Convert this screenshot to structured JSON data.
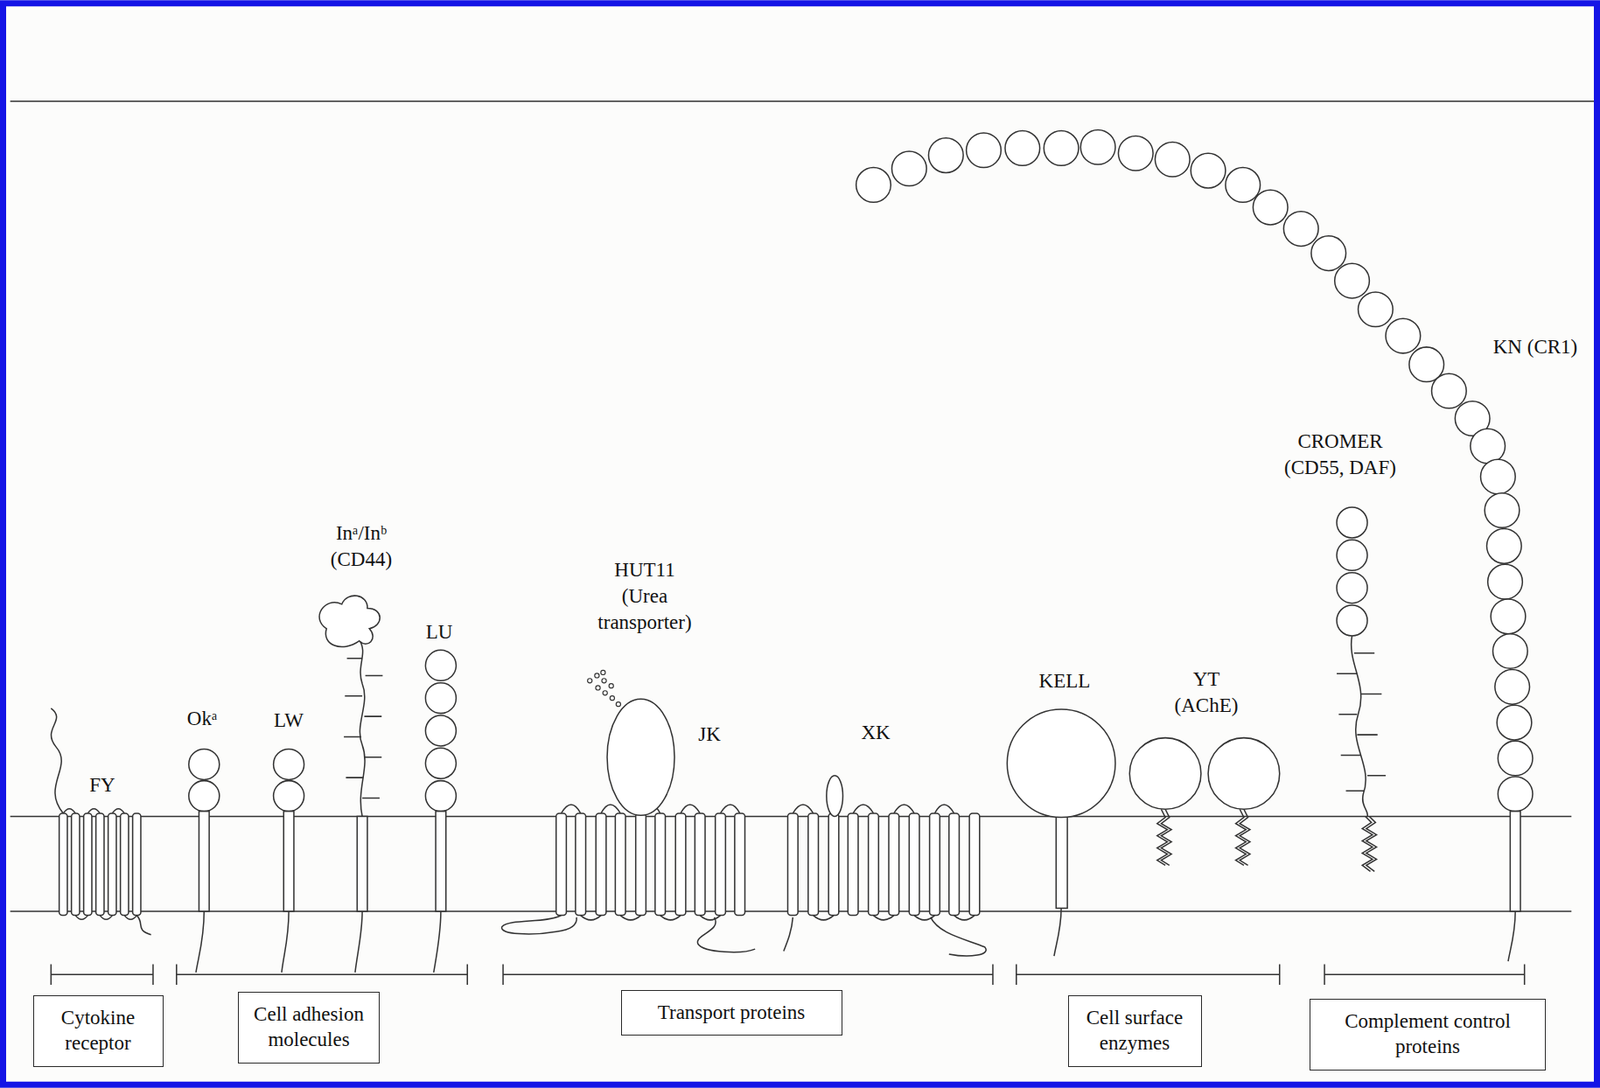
{
  "diagram": {
    "nodes": [
      {
        "text": [
          "Cytokine receptor"
        ]
      },
      {
        "text": [
          "Cell adhesion molecules"
        ]
      },
      {
        "text": [
          "Transport proteins"
        ]
      },
      {
        "text": [
          "Cell surface enzymes"
        ]
      },
      {
        "text": [
          "Complement control proteins"
        ]
      }
    ],
    "labels": [
      "FY",
      "Okᵃ",
      "LW",
      "Inᵃ/Inᵇ (CD44)",
      "LU",
      "HUT11 (Urea transporter)",
      "JK",
      "XK",
      "KELL",
      "YT (AChE)",
      "CROMER (CD55, DAF)",
      "KN (CR1)"
    ]
  }
}
